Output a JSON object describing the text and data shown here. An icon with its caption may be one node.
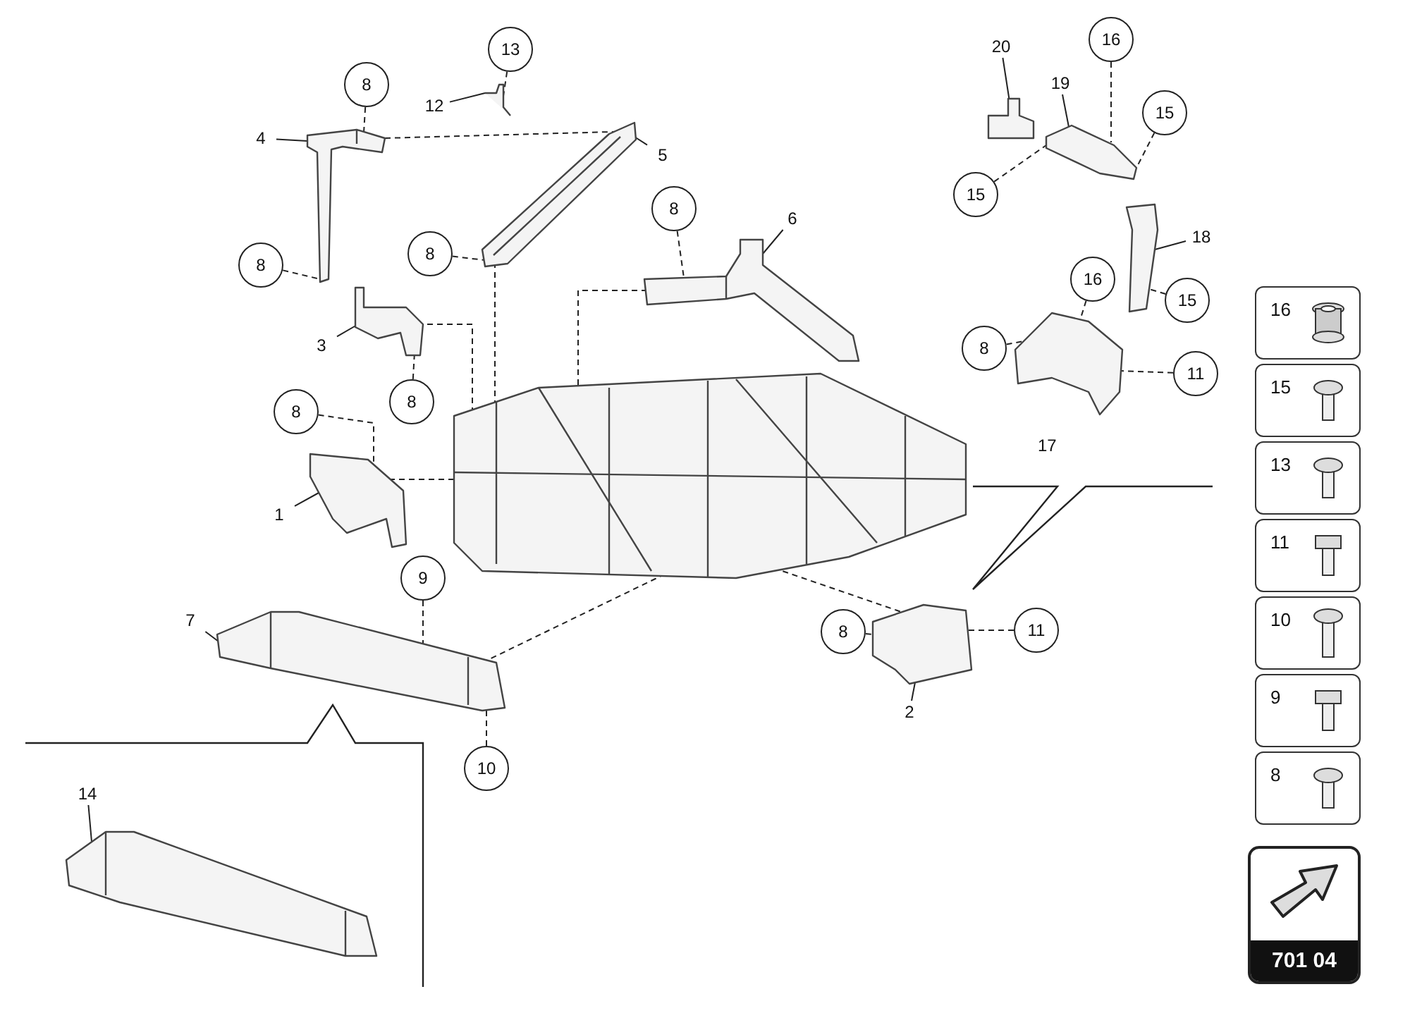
{
  "diagram": {
    "nodes": [
      {
        "text": [
          "13"
        ]
      },
      {
        "text": [],
        "shape": "picture"
      },
      {
        "text": [
          "12"
        ]
      },
      {
        "text": [
          "8"
        ]
      },
      {
        "text": [
          "4"
        ]
      },
      {
        "text": [],
        "shape": "picture"
      },
      {
        "text": [
          "5"
        ]
      },
      {
        "text": [],
        "shape": "picture"
      },
      {
        "text": [
          "8"
        ]
      },
      {
        "text": [
          "8"
        ]
      },
      {
        "text": [
          "8"
        ]
      },
      {
        "text": [
          "6"
        ]
      },
      {
        "text": [],
        "shape": "picture"
      },
      {
        "text": [
          "3"
        ]
      },
      {
        "text": [],
        "shape": "picture"
      },
      {
        "text": [
          "8"
        ]
      },
      {
        "text": [],
        "shape": "picture"
      },
      {
        "text": [
          "8"
        ]
      },
      {
        "text": [
          "1"
        ]
      },
      {
        "text": [],
        "shape": "picture"
      },
      {
        "text": [
          "7"
        ]
      },
      {
        "text": [],
        "shape": "picture"
      },
      {
        "text": [
          "9"
        ]
      },
      {
        "text": [
          "10"
        ]
      },
      {
        "text": [
          "8"
        ]
      },
      {
        "text": [],
        "shape": "picture"
      },
      {
        "text": [
          "11"
        ]
      },
      {
        "text": [
          "2"
        ]
      },
      {
        "text": [
          "20"
        ]
      },
      {
        "text": [],
        "shape": "picture"
      },
      {
        "text": [
          "16"
        ]
      },
      {
        "text": [
          "19"
        ]
      },
      {
        "text": [],
        "shape": "picture"
      },
      {
        "text": [
          "15"
        ]
      },
      {
        "text": [
          "15"
        ]
      },
      {
        "text": [
          "18"
        ]
      },
      {
        "text": [],
        "shape": "picture"
      },
      {
        "text": [
          "16"
        ]
      },
      {
        "text": [
          "15"
        ]
      },
      {
        "text": [
          "8"
        ]
      },
      {
        "text": [],
        "shape": "picture"
      },
      {
        "text": [
          "11"
        ]
      },
      {
        "text": [
          "14"
        ]
      },
      {
        "text": [],
        "shape": "picture"
      },
      {
        "text": [
          "16"
        ]
      },
      {
        "text": [
          "15"
        ]
      },
      {
        "text": [
          "13"
        ]
      },
      {
        "text": [
          "11"
        ]
      },
      {
        "text": [
          "10"
        ]
      },
      {
        "text": [
          "9"
        ]
      },
      {
        "text": [
          "8"
        ]
      },
      {
        "text": [
          "701 04"
        ]
      }
    ],
    "edges": [
      {
        "from": 0,
        "to": 1,
        "arrow": "none",
        "style": "dashed"
      },
      {
        "from": 2,
        "to": 1,
        "arrow": "none"
      },
      {
        "from": 3,
        "to": 5,
        "arrow": "none",
        "style": "dashed"
      },
      {
        "from": 4,
        "to": 5,
        "arrow": "none"
      },
      {
        "from": 5,
        "to": 7,
        "arrow": "none",
        "style": "dashed"
      },
      {
        "from": 6,
        "to": 7,
        "arrow": "none"
      },
      {
        "from": 8,
        "to": 7,
        "arrow": "none",
        "style": "dashed"
      },
      {
        "from": 7,
        "to": 16,
        "arrow": "none",
        "style": "dashed"
      },
      {
        "from": 9,
        "to": 5,
        "arrow": "none",
        "style": "dashed"
      },
      {
        "from": 10,
        "to": 12,
        "arrow": "none",
        "style": "dashed"
      },
      {
        "from": 11,
        "to": 12,
        "arrow": "none"
      },
      {
        "from": 12,
        "to": 16,
        "arrow": "none",
        "style": "dashed"
      },
      {
        "from": 13,
        "to": 14,
        "arrow": "none"
      },
      {
        "from": 14,
        "to": 16,
        "arrow": "none",
        "style": "dashed"
      },
      {
        "from": 15,
        "to": 14,
        "arrow": "none",
        "style": "dashed"
      },
      {
        "from": 17,
        "to": 19,
        "arrow": "none",
        "style": "dashed"
      },
      {
        "from": 18,
        "to": 19,
        "arrow": "none"
      },
      {
        "from": 19,
        "to": 16,
        "arrow": "none",
        "style": "dashed"
      },
      {
        "from": 20,
        "to": 21,
        "arrow": "none"
      },
      {
        "from": 22,
        "to": 21,
        "arrow": "none",
        "style": "dashed"
      },
      {
        "from": 23,
        "to": 21,
        "arrow": "none",
        "style": "dashed"
      },
      {
        "from": 21,
        "to": 16,
        "arrow": "none",
        "style": "dashed"
      },
      {
        "from": 24,
        "to": 25,
        "arrow": "none",
        "style": "dashed"
      },
      {
        "from": 26,
        "to": 25,
        "arrow": "none",
        "style": "dashed"
      },
      {
        "from": 27,
        "to": 25,
        "arrow": "none"
      },
      {
        "from": 25,
        "to": 16,
        "arrow": "none",
        "style": "dashed"
      },
      {
        "from": 28,
        "to": 29,
        "arrow": "none"
      },
      {
        "from": 30,
        "to": 32,
        "arrow": "none",
        "style": "dashed"
      },
      {
        "from": 31,
        "to": 32,
        "arrow": "none"
      },
      {
        "from": 33,
        "to": 32,
        "arrow": "none",
        "style": "dashed"
      },
      {
        "from": 34,
        "to": 32,
        "arrow": "none",
        "style": "dashed"
      },
      {
        "from": 35,
        "to": 36,
        "arrow": "none"
      },
      {
        "from": 38,
        "to": 36,
        "arrow": "none",
        "style": "dashed"
      },
      {
        "from": 37,
        "to": 40,
        "arrow": "none",
        "style": "dashed"
      },
      {
        "from": 39,
        "to": 40,
        "arrow": "none",
        "style": "dashed"
      },
      {
        "from": 41,
        "to": 40,
        "arrow": "none",
        "style": "dashed"
      },
      {
        "from": 42,
        "to": 43,
        "arrow": "none"
      }
    ],
    "labels": [
      "17"
    ]
  }
}
